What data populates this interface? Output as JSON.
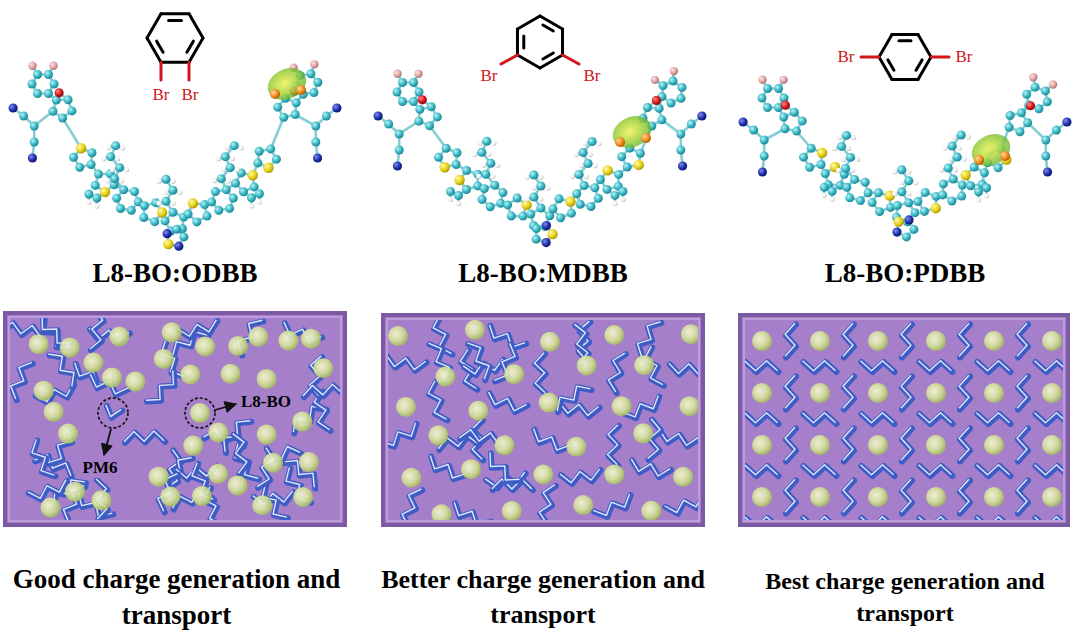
{
  "diagram": {
    "labels": [
      "Br",
      "Br",
      "Br",
      "Br",
      "Br",
      "Br",
      "L8-BO:ODBB",
      "L8-BO:MDBB",
      "L8-BO:PDBB",
      "L8-BO",
      "PM6",
      "Good charge generation and transport",
      "Better charge generation and transport",
      "Best charge generation and transport"
    ]
  }
}
